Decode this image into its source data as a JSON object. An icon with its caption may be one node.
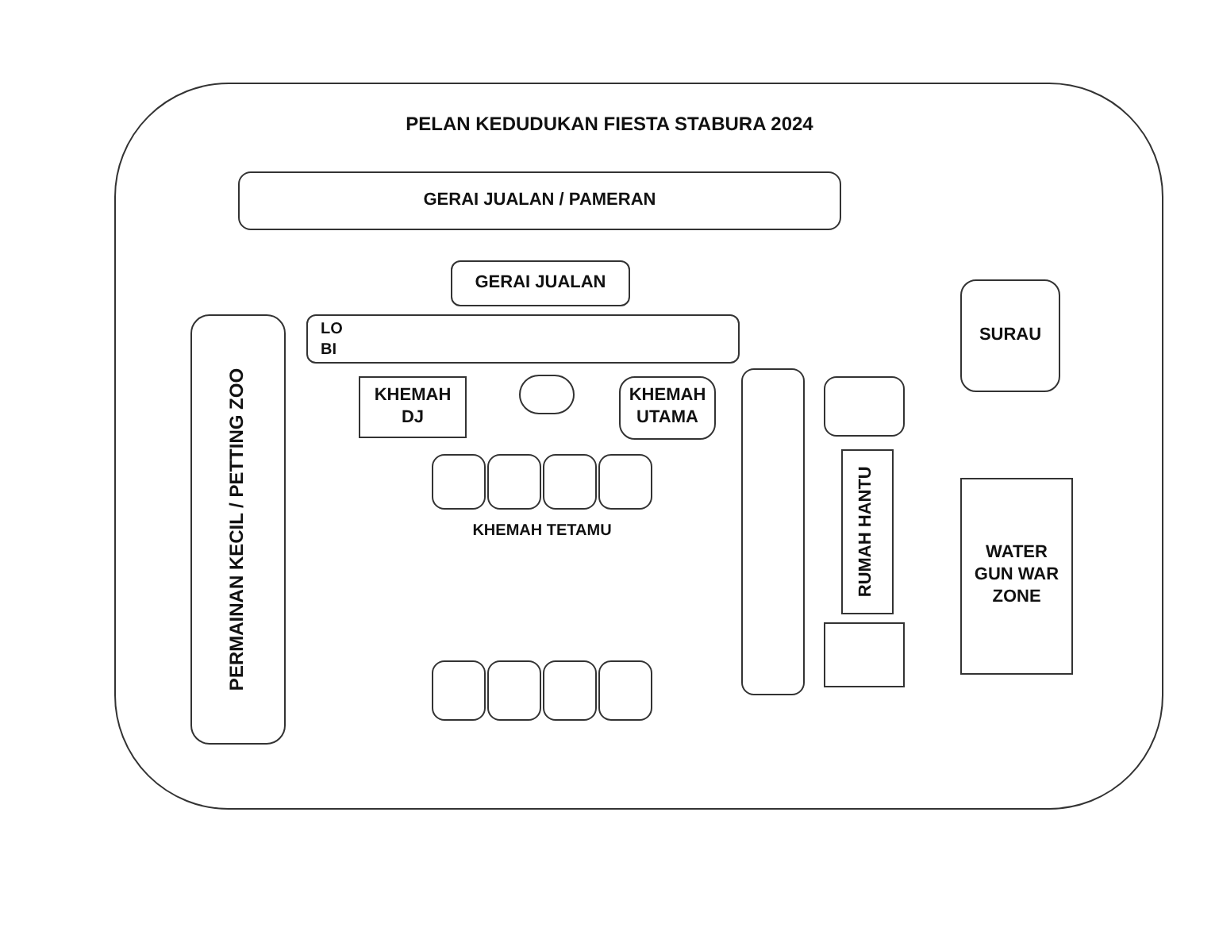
{
  "diagram": {
    "title": "PELAN KEDUDUKAN FIESTA STABURA 2024",
    "nodes": [
      {
        "text": [
          "GERAI JUALAN / PAMERAN"
        ]
      },
      {
        "text": [
          "GERAI JUALAN"
        ]
      },
      {
        "text": [
          "SURAU"
        ]
      },
      {
        "text": [
          "PERMAINAN KECIL / PETTING ZOO"
        ]
      },
      {
        "text": [
          "LO BI"
        ]
      },
      {
        "text": [
          "KHEMAH DJ"
        ]
      },
      {
        "text": [],
        "shape": "oval"
      },
      {
        "text": [
          "KHEMAH UTAMA"
        ]
      },
      {
        "text": [],
        "shape": "box"
      },
      {
        "text": [],
        "shape": "box"
      },
      {
        "text": [
          "RUMAH HANTU"
        ]
      },
      {
        "text": [
          "WATER GUN WAR ZONE"
        ]
      },
      {
        "text": [],
        "shape": "box"
      },
      {
        "text": [],
        "shape": "box"
      },
      {
        "text": [],
        "shape": "box"
      },
      {
        "text": [],
        "shape": "box"
      },
      {
        "text": [],
        "shape": "box"
      },
      {
        "text": [],
        "shape": "box"
      },
      {
        "text": [],
        "shape": "box"
      },
      {
        "text": [],
        "shape": "box"
      },
      {
        "text": [],
        "shape": "box"
      }
    ],
    "edges": [],
    "labels": [
      "KHEMAH TETAMU"
    ]
  }
}
